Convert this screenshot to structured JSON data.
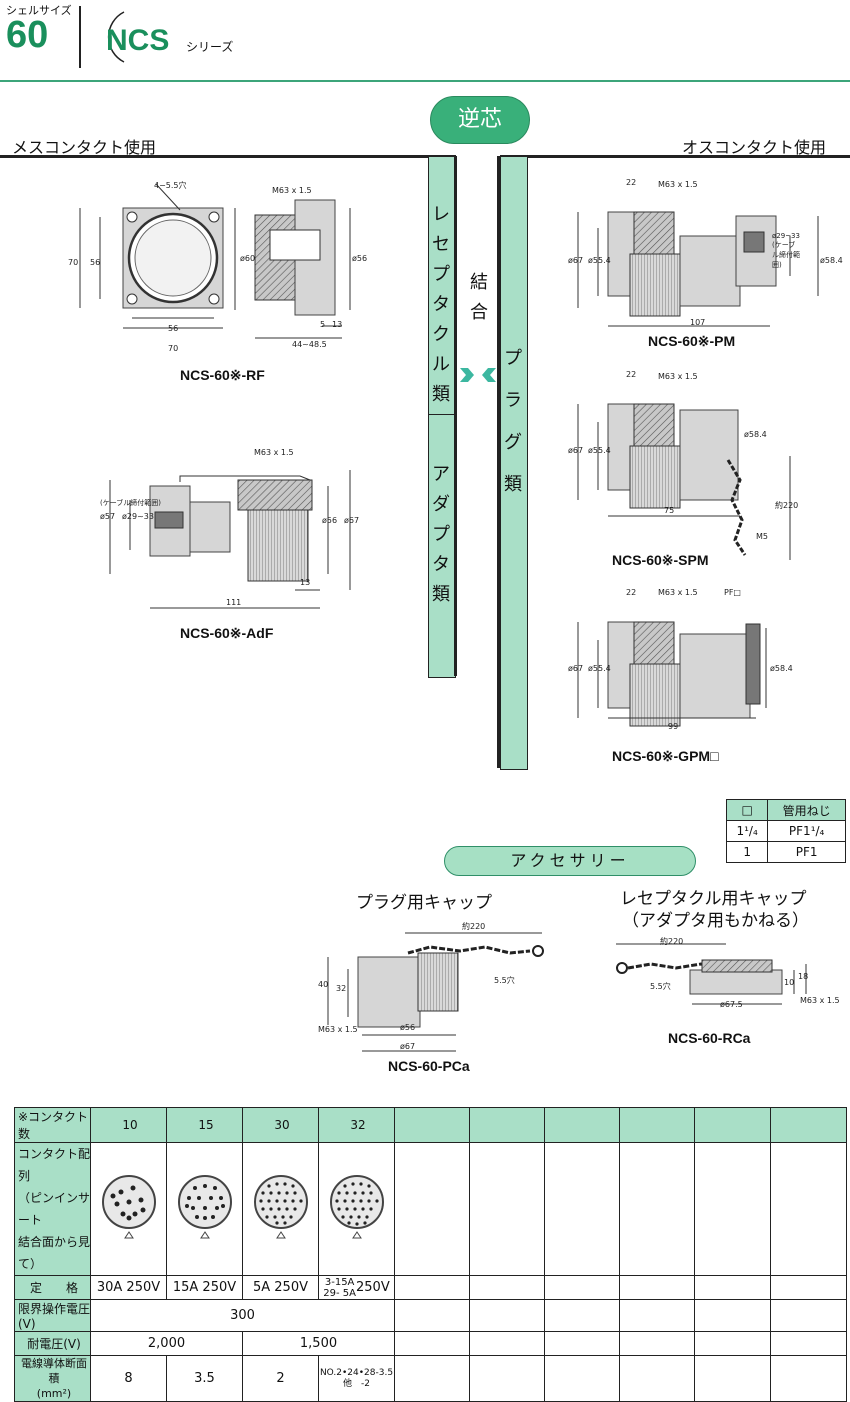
{
  "header": {
    "shell_size_label": "シェルサイズ",
    "shell_size": "60",
    "brand": "NCS",
    "series_suffix": "シリーズ"
  },
  "top": {
    "badge": "逆芯",
    "left_label": "メスコンタクト使用",
    "right_label": "オスコンタクト使用",
    "coupling": "結合"
  },
  "categories": {
    "receptacle": [
      "レ",
      "セ",
      "プ",
      "タ",
      "ク",
      "ル",
      "類"
    ],
    "adapter": [
      "ア",
      "ダ",
      "プ",
      "タ",
      "類"
    ],
    "plug": [
      "プ",
      "ラ",
      "グ",
      "類"
    ]
  },
  "products": {
    "rf": {
      "caption": "NCS-60※-RF",
      "dims": {
        "holes": "4−5.5穴",
        "outer_w": "70",
        "inner_w": "56",
        "outer_h": "70",
        "inner_h": "56",
        "thread": "M63 x 1.5",
        "dia1": "ø60",
        "dia2": "ø56",
        "d5": "5",
        "d13": "13",
        "depth": "44~48.5"
      }
    },
    "adf": {
      "caption": "NCS-60※-AdF",
      "dims": {
        "thread": "M63 x 1.5",
        "d57": "ø57",
        "clamp": "(ケーブル締付範囲)",
        "d2933": "ø29~33",
        "d56": "ø56",
        "d67": "ø67",
        "d13": "13",
        "len": "111"
      }
    },
    "pm": {
      "caption": "NCS-60※-PM",
      "dims": {
        "d22": "22",
        "thread": "M63 x 1.5",
        "d67": "ø67",
        "d554": "ø55.4",
        "clamp": "ø29~33 (ケーブル締付範囲)",
        "d584": "ø58.4",
        "len": "107"
      }
    },
    "spm": {
      "caption": "NCS-60※-SPM",
      "dims": {
        "d22": "22",
        "thread": "M63 x 1.5",
        "d67": "ø67",
        "d554": "ø55.4",
        "d584": "ø58.4",
        "d220": "約220",
        "len": "75",
        "m5": "M5"
      }
    },
    "gpm": {
      "caption": "NCS-60※-GPM□",
      "dims": {
        "d22": "22",
        "thread": "M63 x 1.5",
        "pf": "PF□",
        "d67": "ø67",
        "d554": "ø55.4",
        "d584": "ø58.4",
        "len": "99"
      }
    }
  },
  "pipe_table": {
    "headers": [
      "□",
      "管用ねじ"
    ],
    "rows": [
      [
        "1¹/₄",
        "PF1¹/₄"
      ],
      [
        "1",
        "PF1"
      ]
    ]
  },
  "accessory": {
    "title": "アクセサリー",
    "plug_cap_title": "プラグ用キャップ",
    "rec_cap_title": [
      "レセプタクル用キャップ",
      "（アダプタ用もかねる）"
    ],
    "pca": {
      "caption": "NCS-60-PCa",
      "dims": {
        "d220": "約220",
        "hole": "5.5穴",
        "h40": "40",
        "h32": "32",
        "thread": "M63 x 1.5",
        "d56": "ø56",
        "d67": "ø67"
      }
    },
    "rca": {
      "caption": "NCS-60-RCa",
      "dims": {
        "d220": "約220",
        "hole": "5.5穴",
        "h18": "18",
        "h10": "10",
        "d675": "ø67.5",
        "thread": "M63 x 1.5"
      }
    }
  },
  "spec": {
    "contacts_label": "※コンタクト数",
    "contacts": [
      "10",
      "15",
      "30",
      "32"
    ],
    "layout_label": [
      "コンタクト配列",
      "（ピンインサート",
      "結合面から見て）"
    ],
    "rating_label": "定　　格",
    "ratings": [
      "30A 250V",
      "15A 250V",
      "5A 250V"
    ],
    "rating_32": {
      "top": "3-15A",
      "bottom": "29- 5A",
      "volt": "250V"
    },
    "voltage_label": "限界操作電圧(V)",
    "voltage": "300",
    "withstand_label": "耐電圧(V)",
    "withstand": [
      "2,000",
      "1,500"
    ],
    "area_label": [
      "電線導体断面積",
      "(mm²)"
    ],
    "areas": [
      "8",
      "3.5",
      "2"
    ],
    "area_32": [
      "NO.2•24•28-3.5",
      "他　-2"
    ]
  },
  "colors": {
    "accent": "#1a8f5c",
    "fill": "#a9dfc7"
  }
}
